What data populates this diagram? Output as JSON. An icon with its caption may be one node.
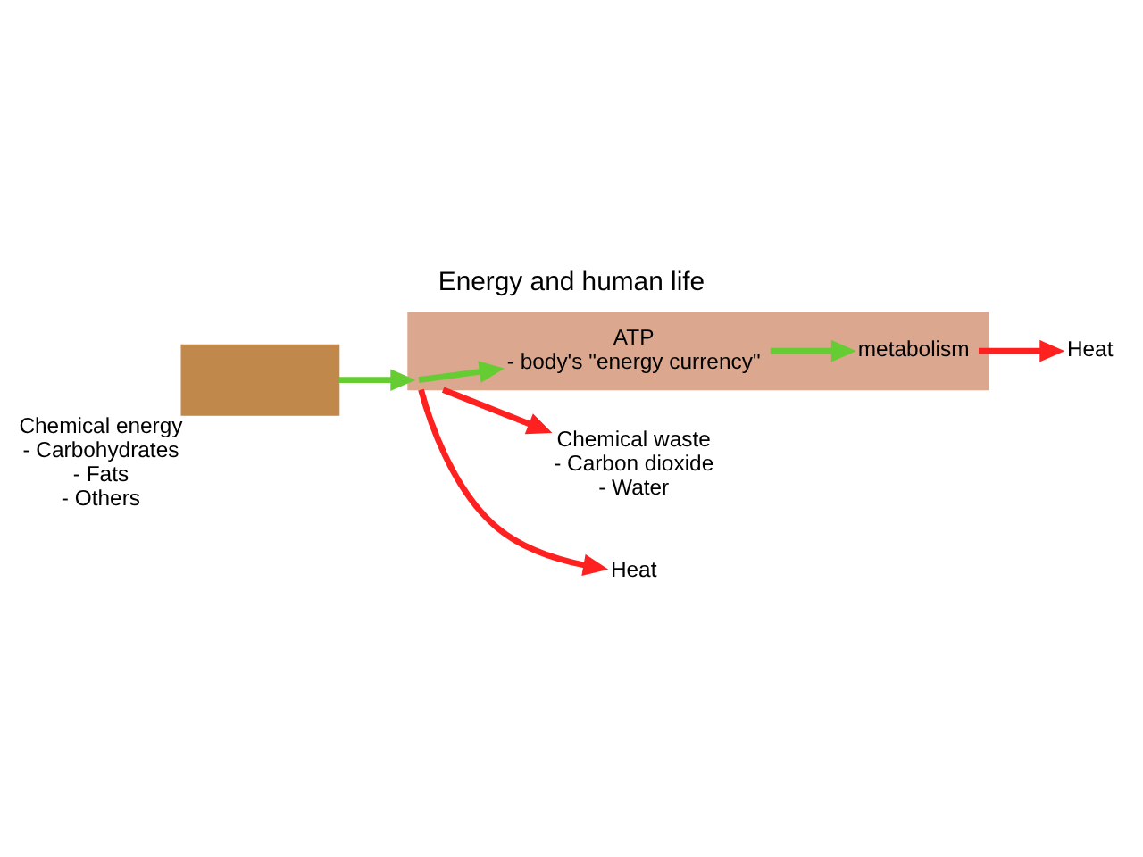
{
  "diagram": {
    "title": "Energy and human life",
    "nodes": [
      {
        "text": [],
        "shape": "box",
        "beside": [
          "Chemical energy",
          "- Carbohydrates",
          "- Fats",
          "- Others"
        ]
      },
      {
        "text": [],
        "shape": "person"
      },
      {
        "text": [
          "ATP",
          "- body's \"energy currency\""
        ],
        "in": 1
      },
      {
        "text": [
          "metabolism"
        ],
        "in": 1
      },
      {
        "text": [
          "Chemical waste",
          "- Carbon dioxide",
          "- Water"
        ]
      },
      {
        "text": [
          "Heat"
        ]
      },
      {
        "text": [
          "Heat"
        ]
      }
    ],
    "edges": [
      {
        "from": 0,
        "to": 1,
        "arrow": "to",
        "color": "#66cc33"
      },
      {
        "from": 1,
        "to": 2,
        "arrow": "to",
        "color": "#66cc33"
      },
      {
        "from": 1,
        "to": 4,
        "arrow": "to",
        "color": "#ff2020"
      },
      {
        "from": 1,
        "to": 5,
        "arrow": "to",
        "color": "#ff2020"
      },
      {
        "from": 2,
        "to": 3,
        "arrow": "to",
        "color": "#66cc33"
      },
      {
        "from": 3,
        "to": 6,
        "arrow": "to",
        "color": "#ff2020"
      }
    ]
  }
}
